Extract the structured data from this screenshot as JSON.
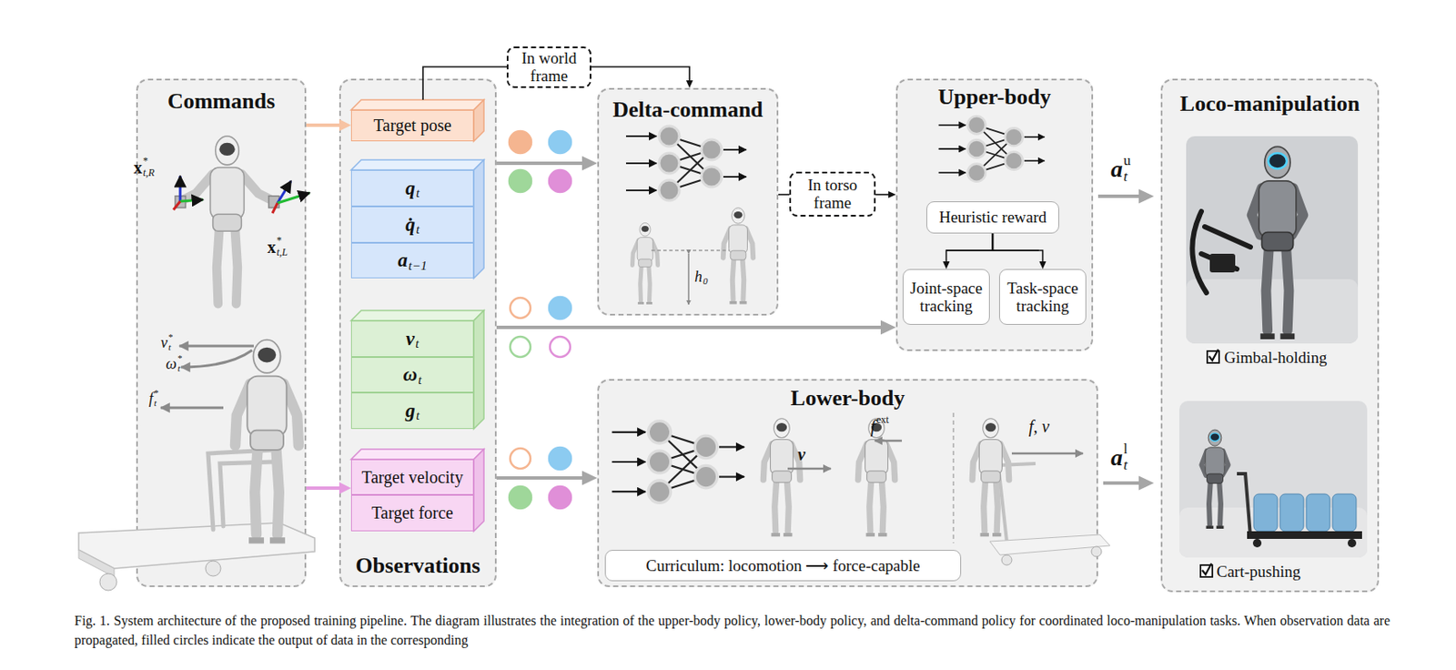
{
  "diagram": {
    "caption": "Fig. 1. System architecture of the proposed training pipeline. The diagram illustrates the integration of the upper-body policy, lower-body policy, and delta-command policy for coordinated loco-manipulation tasks. When observation data are propagated, filled circles indicate the output of data in the corresponding",
    "nodes": [
      {
        "text": [
          "Commands"
        ]
      },
      {
        "text": [
          "Observations"
        ]
      },
      {
        "text": [
          "Target pose"
        ],
        "in": 1
      },
      {
        "text": [
          "q",
          "t"
        ],
        "in": 1
      },
      {
        "text": [
          "q̇",
          "t"
        ],
        "in": 1
      },
      {
        "text": [
          "a",
          "t−1"
        ],
        "in": 1
      },
      {
        "text": [
          "v",
          "t"
        ],
        "in": 1
      },
      {
        "text": [
          "ω",
          "t"
        ],
        "in": 1
      },
      {
        "text": [
          "g",
          "t"
        ],
        "in": 1
      },
      {
        "text": [
          "Target velocity"
        ],
        "in": 1
      },
      {
        "text": [
          "Target force"
        ],
        "in": 1
      },
      {
        "text": [
          "In world frame"
        ]
      },
      {
        "text": [
          "Delta-command"
        ]
      },
      {
        "text": [
          "In torso frame"
        ]
      },
      {
        "text": [
          "Upper-body"
        ]
      },
      {
        "text": [
          "Heuristic reward"
        ],
        "in": 14
      },
      {
        "text": [
          "Joint-space tracking"
        ],
        "in": 14
      },
      {
        "text": [
          "Task-space tracking"
        ],
        "in": 14
      },
      {
        "text": [
          "Lower-body"
        ]
      },
      {
        "text": [
          "Curriculum: locomotion ⟶ force-capable"
        ],
        "in": 18
      },
      {
        "text": [
          "Loco-manipulation"
        ]
      }
    ],
    "edges": [
      {
        "from": 0,
        "to": 2,
        "arrow": "to"
      },
      {
        "from": 0,
        "to": 9,
        "arrow": "to"
      },
      {
        "from": 2,
        "to": 11,
        "arrow": "none"
      },
      {
        "from": 11,
        "to": 12,
        "arrow": "to"
      },
      {
        "from": 1,
        "to": 12,
        "arrow": "to"
      },
      {
        "from": 1,
        "to": 14,
        "arrow": "to"
      },
      {
        "from": 1,
        "to": 18,
        "arrow": "to"
      },
      {
        "from": 12,
        "to": 13,
        "arrow": "none"
      },
      {
        "from": 13,
        "to": 14,
        "arrow": "to"
      },
      {
        "from": 15,
        "to": 16,
        "arrow": "to"
      },
      {
        "from": 15,
        "to": 17,
        "arrow": "to"
      },
      {
        "from": 14,
        "to": 20,
        "arrow": "to"
      },
      {
        "from": 18,
        "to": 20,
        "arrow": "to"
      }
    ],
    "labels": [
      "x",
      "*",
      "t,R",
      "x",
      "*",
      "t,L",
      "v",
      "*",
      "t",
      "ω",
      "*",
      "t",
      "f",
      "*",
      "t",
      "h",
      "0",
      "v",
      "f",
      "ext",
      "f, v",
      "a",
      "u",
      "t",
      "a",
      "l",
      "t",
      "Gimbal-holding",
      "Cart-pushing"
    ]
  }
}
